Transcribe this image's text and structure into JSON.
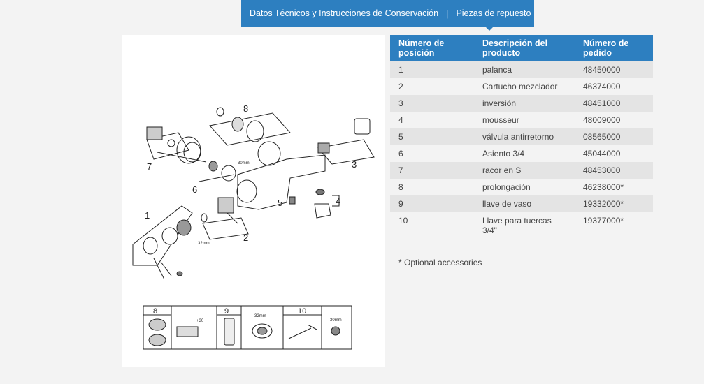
{
  "tabs": [
    {
      "label": "Datos Técnicos y Instrucciones de Conservación",
      "active": false
    },
    {
      "label": "Piezas de repuesto",
      "active": true
    }
  ],
  "tab_separator": "|",
  "diagram": {
    "callouts": [
      "1",
      "2",
      "3",
      "4",
      "5",
      "6",
      "7",
      "8"
    ],
    "dimension_labels": [
      "30mm",
      "32mm"
    ],
    "accessories": [
      {
        "number": "8",
        "dimension": "+30"
      },
      {
        "number": "9",
        "dimension": "32mm"
      },
      {
        "number": "10",
        "dimension": "30mm"
      }
    ]
  },
  "table": {
    "headers": [
      "Número de posición",
      "Descripción del producto",
      "Número de pedido"
    ],
    "rows": [
      {
        "pos": "1",
        "desc": "palanca",
        "order": "48450000"
      },
      {
        "pos": "2",
        "desc": "Cartucho mezclador",
        "order": "46374000"
      },
      {
        "pos": "3",
        "desc": "inversión",
        "order": "48451000"
      },
      {
        "pos": "4",
        "desc": "mousseur",
        "order": "48009000"
      },
      {
        "pos": "5",
        "desc": "válvula antirretorno",
        "order": "08565000"
      },
      {
        "pos": "6",
        "desc": "Asiento 3/4",
        "order": "45044000"
      },
      {
        "pos": "7",
        "desc": "racor en S",
        "order": "48453000"
      },
      {
        "pos": "8",
        "desc": "prolongación",
        "order": "46238000*"
      },
      {
        "pos": "9",
        "desc": "llave de vaso",
        "order": "19332000*"
      },
      {
        "pos": "10",
        "desc": "Llave para tuercas 3/4\"",
        "order": "19377000*"
      }
    ]
  },
  "note": "* Optional accessories",
  "colors": {
    "accent": "#2d7fc0",
    "row_alt": "#e4e4e4",
    "background": "#f3f3f3"
  }
}
